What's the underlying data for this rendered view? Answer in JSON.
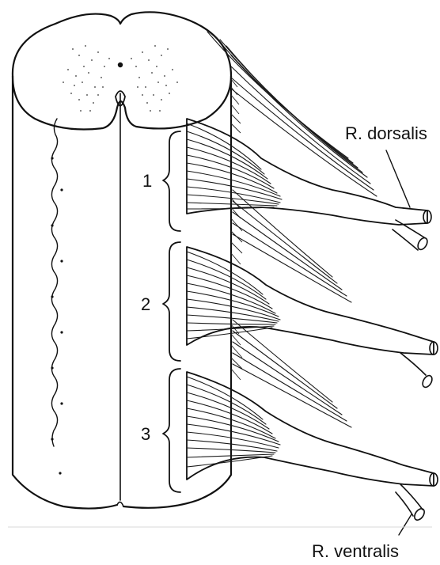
{
  "labels": {
    "dorsal": "R. dorsalis",
    "ventral": "R. ventralis",
    "segment_1": "1",
    "segment_2": "2",
    "segment_3": "3"
  },
  "colors": {
    "ink": "#111111",
    "background": "#ffffff"
  }
}
